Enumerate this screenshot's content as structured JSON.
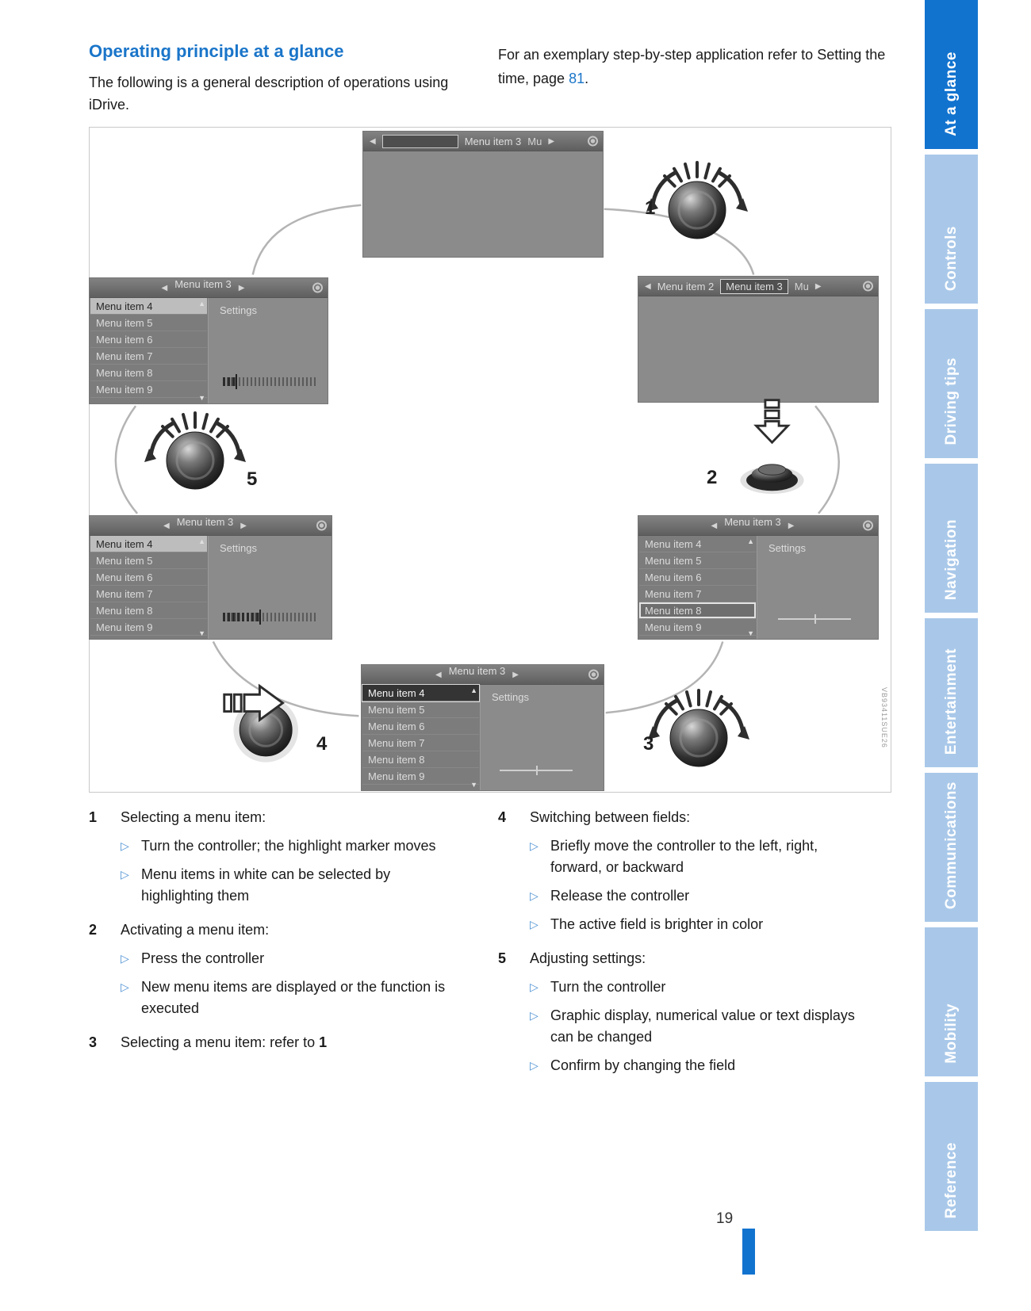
{
  "sidebar": {
    "tabs": [
      {
        "label": "At a glance",
        "state": "active"
      },
      {
        "label": "Controls"
      },
      {
        "label": "Driving tips"
      },
      {
        "label": "Navigation"
      },
      {
        "label": "Entertainment"
      },
      {
        "label": "Communications"
      },
      {
        "label": "Mobility"
      },
      {
        "label": "Reference"
      }
    ]
  },
  "intro": {
    "title": "Operating principle at a glance",
    "body": "The following is a general description of opera­tions using iDrive.",
    "ref_before": "For an exemplary step-by-step application refer to Setting the time, page ",
    "ref_link": "81",
    "ref_after": "."
  },
  "figure": {
    "arrow_left": "◀",
    "arrow_right": "▶",
    "scroll_up": "▲",
    "scroll_down": "▼",
    "header_title": "Menu item 3",
    "settings_label": "Settings",
    "watermark": "VB93411SUE26",
    "top_screen": {
      "more": "Mu"
    },
    "tab_screen": {
      "prev": "Menu item 2",
      "active": "Menu item 3",
      "more": "Mu"
    },
    "callouts": {
      "one": "1",
      "two": "2",
      "three": "3",
      "four": "4",
      "five": "5"
    },
    "lists": {
      "mid_left": [
        {
          "label": "Menu item 4",
          "state": "hl-light"
        },
        {
          "label": "Menu item 5"
        },
        {
          "label": "Menu item 6"
        },
        {
          "label": "Menu item 7"
        },
        {
          "label": "Menu item 8"
        },
        {
          "label": "Menu item 9"
        }
      ],
      "low_left": [
        {
          "label": "Menu item 4",
          "state": "hl-light"
        },
        {
          "label": "Menu item 5"
        },
        {
          "label": "Menu item 6"
        },
        {
          "label": "Menu item 7"
        },
        {
          "label": "Menu item 8"
        },
        {
          "label": "Menu item 9"
        }
      ],
      "low_right": [
        {
          "label": "Menu item 4"
        },
        {
          "label": "Menu item 5"
        },
        {
          "label": "Menu item 6"
        },
        {
          "label": "Menu item 7"
        },
        {
          "label": "Menu item 8",
          "state": "boxed"
        },
        {
          "label": "Menu item 9"
        }
      ],
      "bottom": [
        {
          "label": "Menu item 4",
          "state": "hl-dark"
        },
        {
          "label": "Menu item 5"
        },
        {
          "label": "Menu item 6"
        },
        {
          "label": "Menu item 7"
        },
        {
          "label": "Menu item 8"
        },
        {
          "label": "Menu item 9"
        }
      ]
    }
  },
  "instructions": {
    "left": [
      {
        "num": "1",
        "title": "Selecting a menu item:",
        "bullets": [
          "Turn the controller; the highlight marker moves",
          "Menu items in white can be selected by highlighting them"
        ]
      },
      {
        "num": "2",
        "title": "Activating a menu item:",
        "bullets": [
          "Press the controller",
          "New menu items are displayed or the function is executed"
        ]
      },
      {
        "num": "3",
        "title": "Selecting a menu item: refer to",
        "bold": "1"
      }
    ],
    "right": [
      {
        "num": "4",
        "title": "Switching between fields:",
        "bullets": [
          "Briefly move the controller to the left, right, forward, or backward",
          "Release the controller",
          "The active field is brighter in color"
        ]
      },
      {
        "num": "5",
        "title": "Adjusting settings:",
        "bullets": [
          "Turn the controller",
          "Graphic display, numerical value or text displays can be changed",
          "Confirm by changing the field"
        ]
      }
    ]
  },
  "footer": {
    "page_number": "19"
  }
}
